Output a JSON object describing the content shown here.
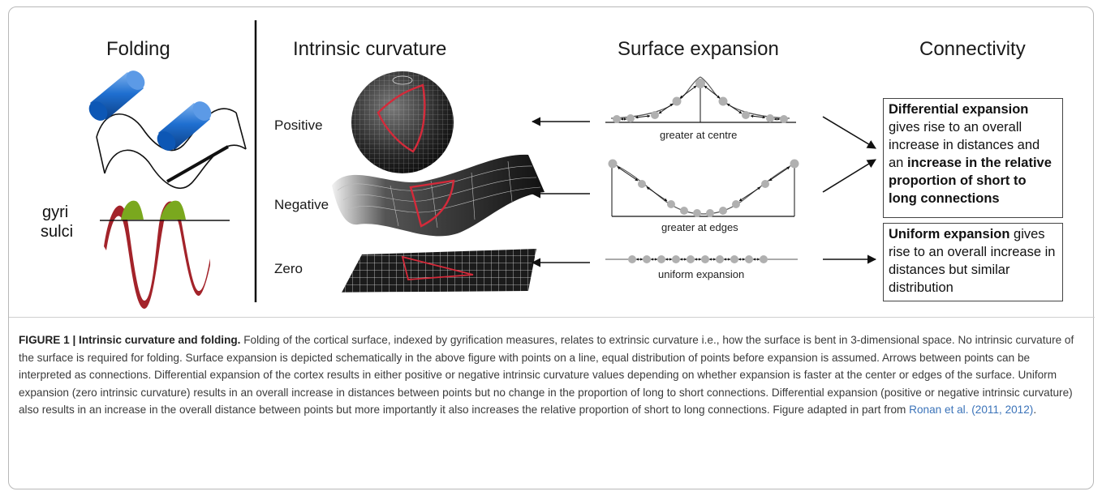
{
  "headings": {
    "folding": "Folding",
    "intrinsic": "Intrinsic curvature",
    "expansion": "Surface expansion",
    "connectivity": "Connectivity"
  },
  "wave_labels": {
    "gyri": "gyri",
    "sulci": "sulci"
  },
  "curvature_labels": {
    "positive": "Positive",
    "negative": "Negative",
    "zero": "Zero"
  },
  "expansion_captions": {
    "centre": "greater at centre",
    "edges": "greater at edges",
    "uniform": "uniform expansion"
  },
  "connectivity_boxes": {
    "differential": {
      "title": "Differential expansion",
      "text1": "gives rise to an overall increase in distances and an",
      "bold": "increase in the relative proportion of short to long connections"
    },
    "uniform": {
      "title": "Uniform expansion",
      "text": "gives rise to an overall increase in distances but similar distribution"
    }
  },
  "caption": {
    "label": "FIGURE 1 | Intrinsic curvature and folding.",
    "body": " Folding of the cortical surface, indexed by gyrification measures, relates to extrinsic curvature i.e., how the surface is bent in 3-dimensional space. No intrinsic curvature of the surface is required for folding. Surface expansion is depicted schematically in the above figure with points on a line, equal distribution of points before expansion is assumed. Arrows between points can be interpreted as connections. Differential expansion of the cortex results in either positive or negative intrinsic curvature values depending on whether expansion is faster at the center or edges of the surface. Uniform expansion (zero intrinsic curvature) results in an overall increase in distances between points but no change in the proportion of long to short connections. Differential expansion (positive or negative intrinsic curvature) also results in an increase in the overall distance between points but more importantly it also increases the relative proportion of short to long connections. Figure adapted in part from ",
    "link": "Ronan et al. (2011, 2012)",
    "end": "."
  },
  "colors": {
    "tube_blue": "#1f6fd0",
    "gyri_green": "#7aa81e",
    "sulci_red": "#a3232a",
    "triangle_red": "#d42a3a",
    "point_gray": "#b0b0b0",
    "link_blue": "#3b73b9"
  }
}
